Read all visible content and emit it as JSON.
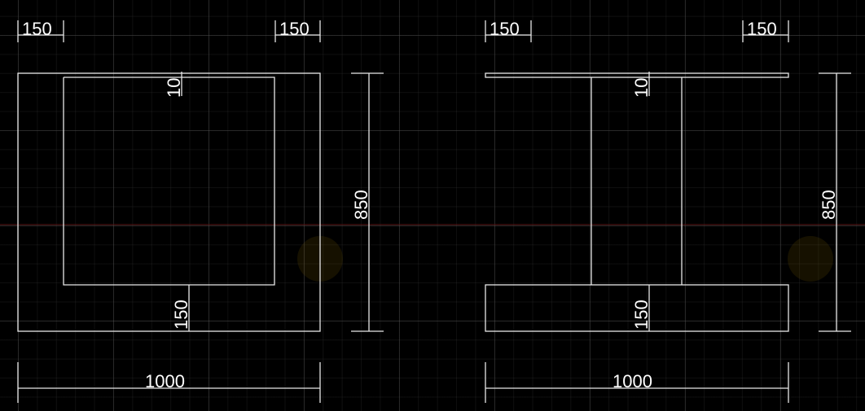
{
  "left_section": {
    "top_left_dim": "150",
    "top_right_dim": "150",
    "top_thickness_dim": "10",
    "bottom_gap_dim": "150",
    "height_dim": "850",
    "width_dim": "1000"
  },
  "right_section": {
    "top_left_dim": "150",
    "top_right_dim": "150",
    "top_thickness_dim": "10",
    "bottom_gap_dim": "150",
    "height_dim": "850",
    "width_dim": "1000"
  },
  "colors": {
    "background": "#000000",
    "lines": "#e8e8e8",
    "axis": "#7a1a1a"
  }
}
